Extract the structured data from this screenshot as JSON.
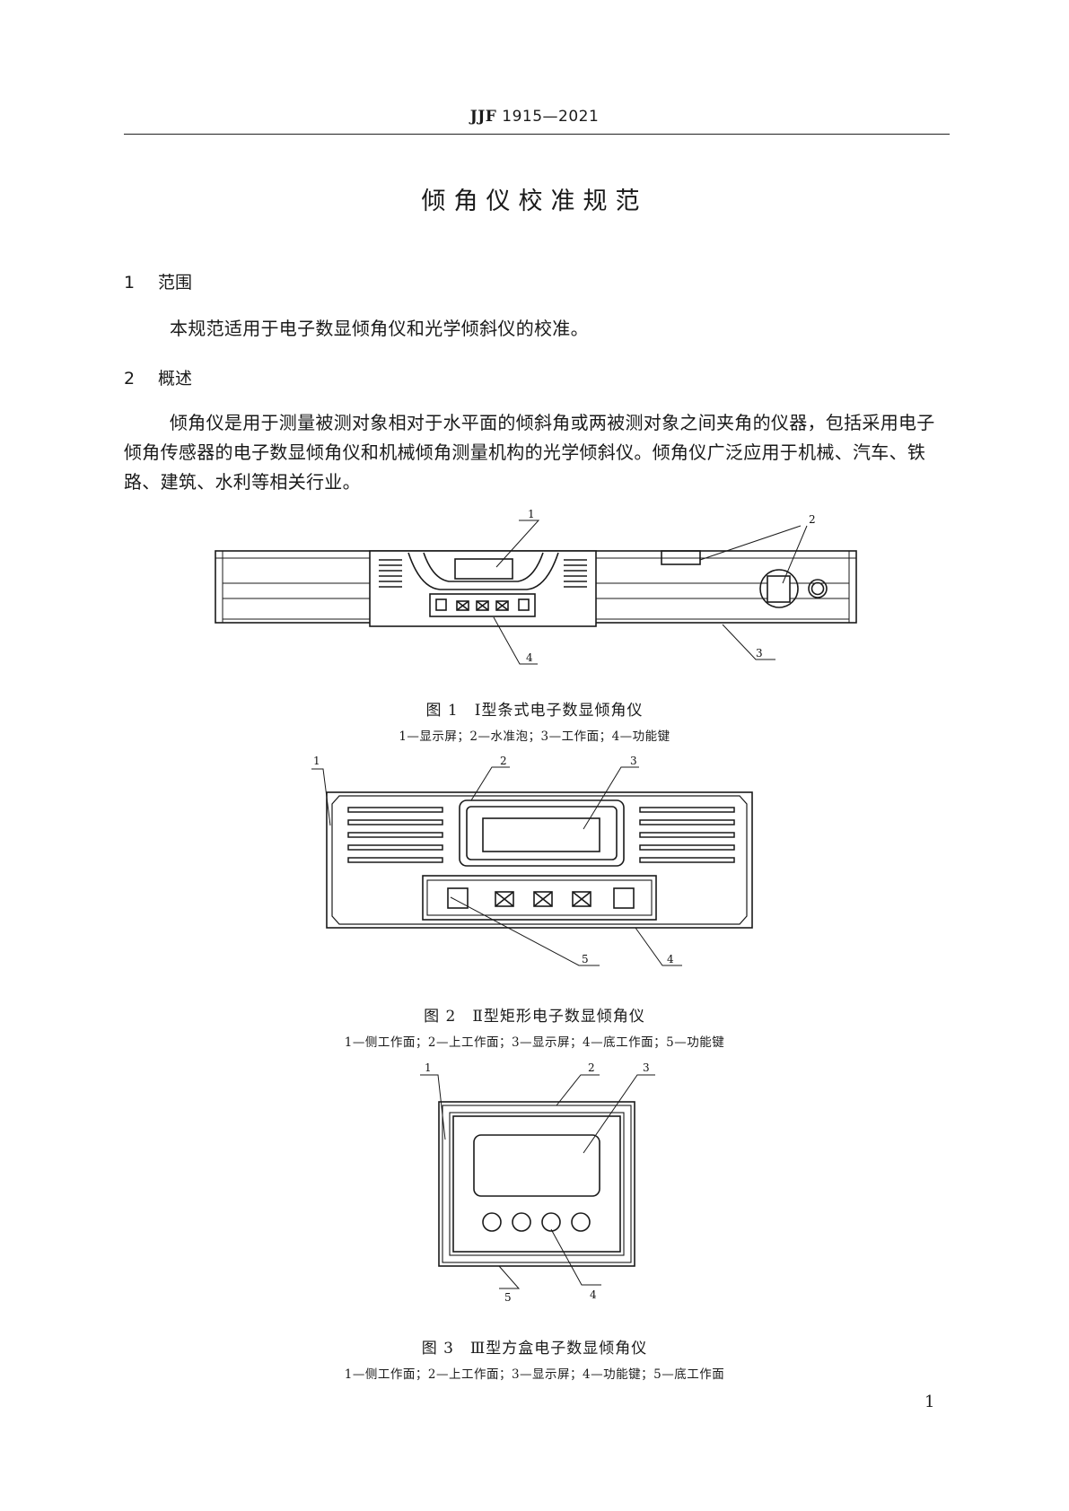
{
  "header": {
    "code_prefix": "JJF",
    "code_number": "1915—2021"
  },
  "title": "倾角仪校准规范",
  "sections": [
    {
      "number": "1",
      "heading": "范围",
      "paragraph": "本规范适用于电子数显倾角仪和光学倾斜仪的校准。"
    },
    {
      "number": "2",
      "heading": "概述",
      "paragraph": "倾角仪是用于测量被测对象相对于水平面的倾斜角或两被测对象之间夹角的仪器，包括采用电子倾角传感器的电子数显倾角仪和机械倾角测量机构的光学倾斜仪。倾角仪广泛应用于机械、汽车、铁路、建筑、水利等相关行业。"
    }
  ],
  "figures": [
    {
      "caption": "图 1　Ⅰ型条式电子数显倾角仪",
      "legend": "1—显示屏；2—水准泡；3—工作面；4—功能键",
      "callouts": [
        "1",
        "2",
        "3",
        "4"
      ]
    },
    {
      "caption": "图 2　Ⅱ型矩形电子数显倾角仪",
      "legend": "1—侧工作面；2—上工作面；3—显示屏；4—底工作面；5—功能键",
      "callouts": [
        "1",
        "2",
        "3",
        "4",
        "5"
      ]
    },
    {
      "caption": "图 3　Ⅲ型方盒电子数显倾角仪",
      "legend": "1—侧工作面；2—上工作面；3—显示屏；4—功能键；5—底工作面",
      "callouts": [
        "1",
        "2",
        "3",
        "4",
        "5"
      ]
    }
  ],
  "page_number": "1"
}
